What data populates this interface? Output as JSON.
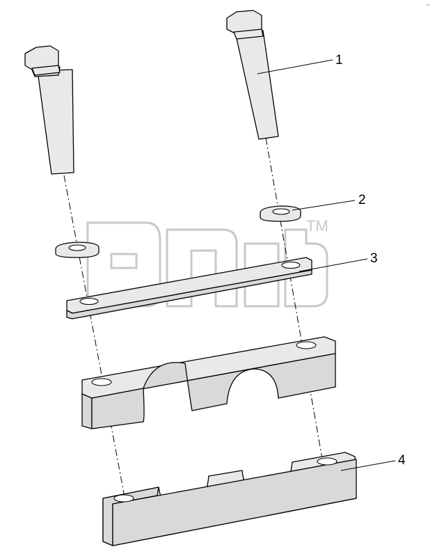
{
  "callouts": [
    {
      "id": "bolt",
      "label": "1"
    },
    {
      "id": "washer",
      "label": "2"
    },
    {
      "id": "cover-plate",
      "label": "3"
    },
    {
      "id": "clamp-half",
      "label": "4"
    }
  ],
  "watermark": {
    "trademark": "TM"
  },
  "corner_mark": "~"
}
